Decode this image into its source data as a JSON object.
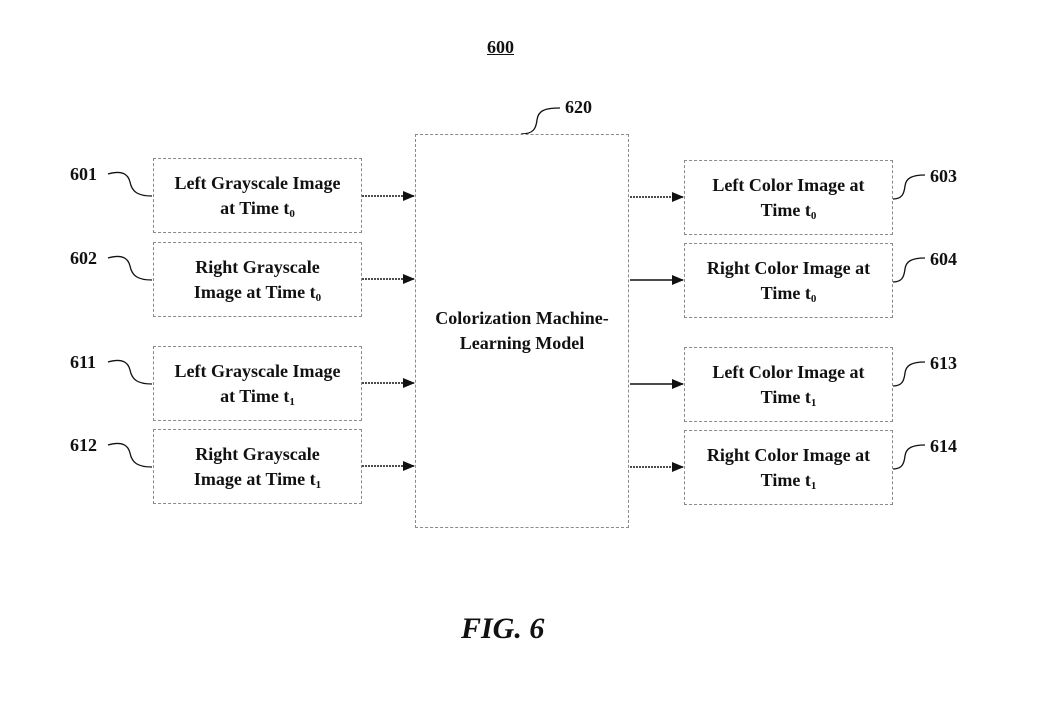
{
  "figure": {
    "number": "600",
    "caption": "FIG. 6"
  },
  "model": {
    "ref": "620",
    "label_lines": [
      "Colorization Machine-",
      "Learning Model"
    ]
  },
  "inputs": [
    {
      "ref": "601",
      "line1": "Left Grayscale Image",
      "line2_prefix": "at Time t",
      "subscript": "0"
    },
    {
      "ref": "602",
      "line1": "Right Grayscale",
      "line2_prefix": "Image at Time t",
      "subscript": "0"
    },
    {
      "ref": "611",
      "line1": "Left Grayscale Image",
      "line2_prefix": "at Time t",
      "subscript": "1"
    },
    {
      "ref": "612",
      "line1": "Right Grayscale",
      "line2_prefix": "Image at Time t",
      "subscript": "1"
    }
  ],
  "outputs": [
    {
      "ref": "603",
      "line1": "Left Color Image at",
      "line2_prefix": "Time t",
      "subscript": "0"
    },
    {
      "ref": "604",
      "line1": "Right Color Image at",
      "line2_prefix": "Time t",
      "subscript": "0"
    },
    {
      "ref": "613",
      "line1": "Left Color Image at",
      "line2_prefix": "Time t",
      "subscript": "1"
    },
    {
      "ref": "614",
      "line1": "Right Color Image at",
      "line2_prefix": "Time t",
      "subscript": "1"
    }
  ]
}
